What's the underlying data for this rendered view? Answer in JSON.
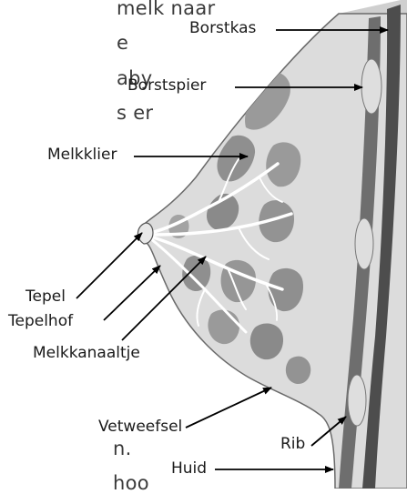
{
  "text_fragments": [
    "melk naar",
    "e",
    "aby",
    "s er",
    "n.",
    "hoo"
  ],
  "labels": {
    "borstkas": "Borstkas",
    "borstspier": "Borstspier",
    "melkklier": "Melkklier",
    "tepel": "Tepel",
    "tepelhof": "Tepelhof",
    "melkkanaaltje": "Melkkanaaltje",
    "vetweefsel": "Vetweefsel",
    "rib": "Rib",
    "huid": "Huid"
  },
  "colors": {
    "tissue": "#dcdcdc",
    "gland": "#8f8f8f",
    "muscle": "#6e6e6e",
    "rib": "#dedede",
    "chest_wall": "#4d4d4d"
  }
}
